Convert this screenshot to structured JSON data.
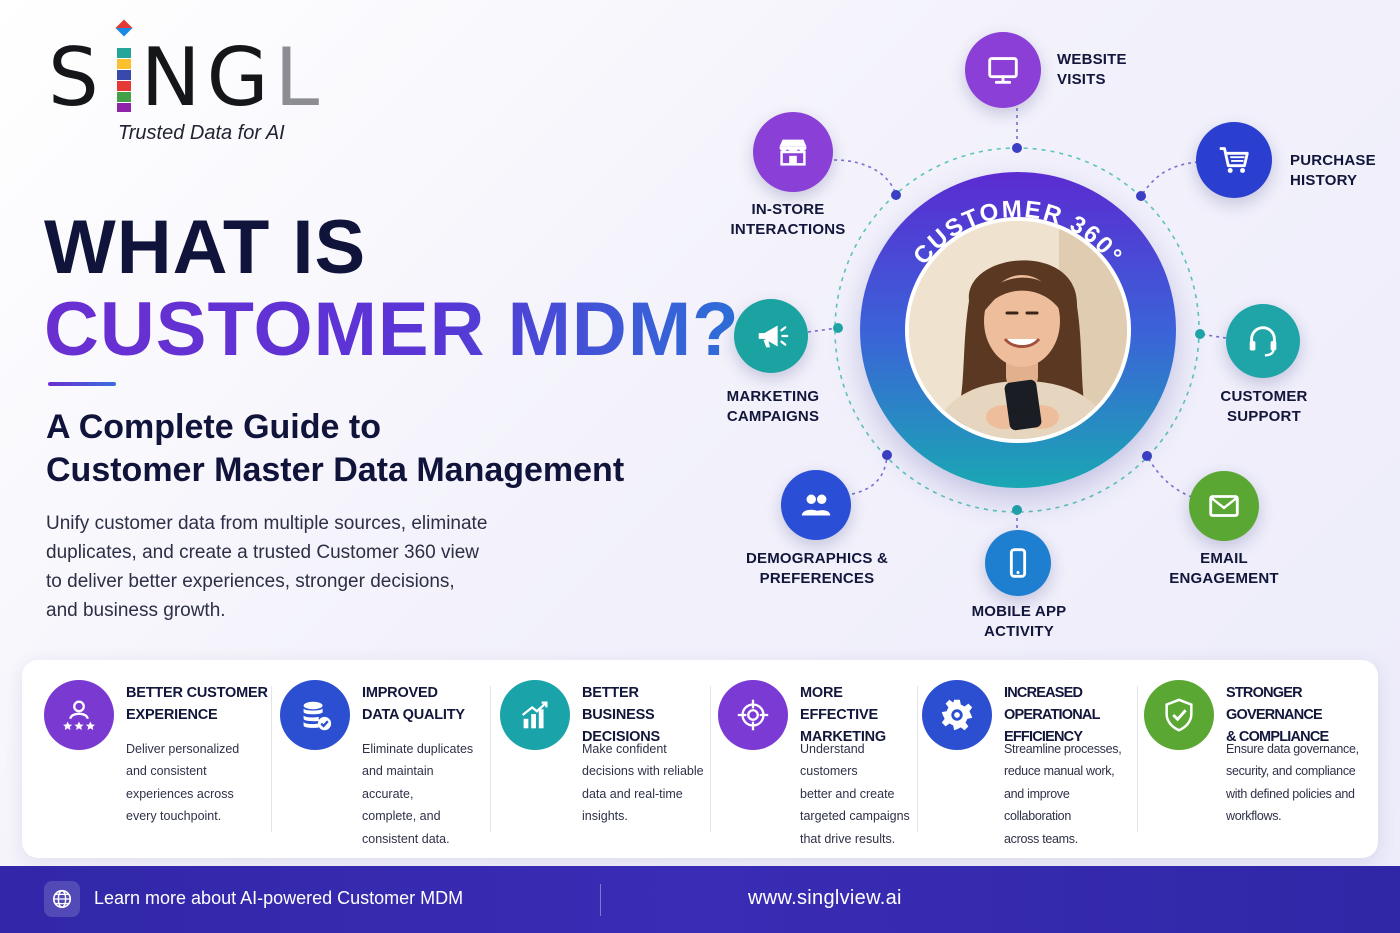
{
  "brand": {
    "logo_text": "SiNGL",
    "tagline": "Trusted Data for AI"
  },
  "hero": {
    "title_line1": "WHAT IS",
    "title_line2": "CUSTOMER MDM?",
    "subtitle_line1": "A Complete Guide to",
    "subtitle_line2": "Customer Master Data Management",
    "description_lines": [
      "Unify customer data from multiple sources, eliminate",
      "duplicates, and create a trusted Customer 360 view",
      "to deliver better experiences, stronger decisions,",
      "and business growth."
    ]
  },
  "hub": {
    "label": "CUSTOMER 360°",
    "nodes": [
      {
        "id": "website",
        "line1": "WEBSITE",
        "line2": "VISITS",
        "color": "#8b3fd6",
        "icon": "monitor-icon"
      },
      {
        "id": "purchase",
        "line1": "PURCHASE",
        "line2": "HISTORY",
        "color": "#2a3fd0",
        "icon": "cart-icon"
      },
      {
        "id": "support",
        "line1": "CUSTOMER",
        "line2": "SUPPORT",
        "color": "#1fa5a8",
        "icon": "headset-icon"
      },
      {
        "id": "email",
        "line1": "EMAIL",
        "line2": "ENGAGEMENT",
        "color": "#5aa833",
        "icon": "envelope-icon"
      },
      {
        "id": "mobile",
        "line1": "MOBILE APP",
        "line2": "ACTIVITY",
        "color": "#1e7fd0",
        "icon": "smartphone-icon"
      },
      {
        "id": "demographics",
        "line1": "DEMOGRAPHICS &",
        "line2": "PREFERENCES",
        "color": "#2a4fd6",
        "icon": "people-icon"
      },
      {
        "id": "marketing",
        "line1": "MARKETING",
        "line2": "CAMPAIGNS",
        "color": "#1aa3a0",
        "icon": "megaphone-icon"
      },
      {
        "id": "instore",
        "line1": "IN-STORE",
        "line2": "INTERACTIONS",
        "color": "#8a3fd6",
        "icon": "store-icon"
      }
    ]
  },
  "benefits": [
    {
      "title_lines": [
        "BETTER CUSTOMER",
        "EXPERIENCE"
      ],
      "text_lines": [
        "Deliver personalized",
        "and consistent",
        "experiences across",
        "every touchpoint."
      ],
      "color": "#7a3ad2",
      "icon": "customer-rating-icon"
    },
    {
      "title_lines": [
        "IMPROVED",
        "DATA QUALITY"
      ],
      "text_lines": [
        "Eliminate duplicates",
        "and maintain accurate,",
        "complete, and",
        "consistent data."
      ],
      "color": "#2b4fd0",
      "icon": "database-check-icon"
    },
    {
      "title_lines": [
        "BETTER BUSINESS",
        "DECISIONS"
      ],
      "text_lines": [
        "Make confident",
        "decisions with reliable",
        "data and real-time",
        "insights."
      ],
      "color": "#1aa3a8",
      "icon": "growth-chart-icon"
    },
    {
      "title_lines": [
        "MORE EFFECTIVE",
        "MARKETING"
      ],
      "text_lines": [
        "Understand customers",
        "better and create",
        "targeted campaigns",
        "that drive results."
      ],
      "color": "#7c3ad4",
      "icon": "target-icon"
    },
    {
      "title_lines": [
        "INCREASED OPERATIONAL",
        "EFFICIENCY"
      ],
      "text_lines": [
        "Streamline processes,",
        "reduce manual work,",
        "and improve collaboration",
        "across teams."
      ],
      "color": "#2b4fd0",
      "icon": "gear-icon"
    },
    {
      "title_lines": [
        "STRONGER GOVERNANCE",
        "& COMPLIANCE"
      ],
      "text_lines": [
        "Ensure data governance,",
        "security, and compliance",
        "with defined policies and",
        "workflows."
      ],
      "color": "#5aa833",
      "icon": "shield-check-icon"
    }
  ],
  "footer": {
    "cta": "Learn more about AI-powered Customer MDM",
    "url": "www.singlview.ai",
    "icon": "globe-icon"
  }
}
